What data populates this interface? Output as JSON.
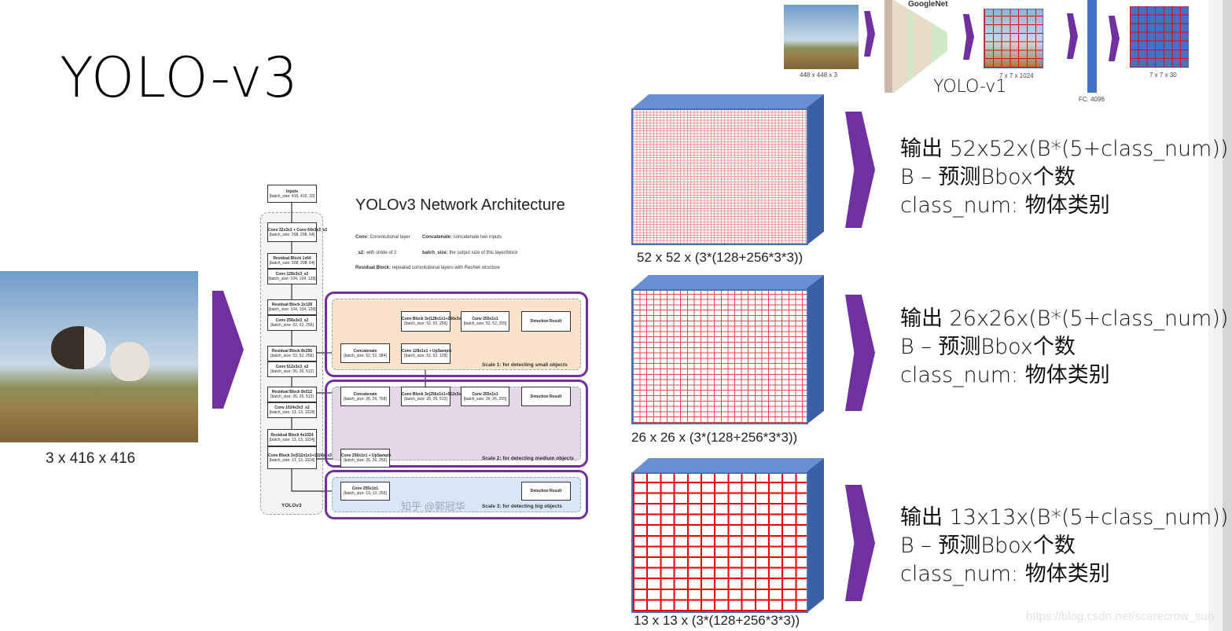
{
  "slide": {
    "title": "YOLO-v3",
    "input_caption": "3 x 416 x 416",
    "watermark": "https://blog.csdn.net/scarecrow_sun",
    "accent_color": "#7030a0",
    "cube_color": "#4472c4"
  },
  "yolov1": {
    "label": "YOLO-v1",
    "backbone": "GoogleNet",
    "input_caption": "448 x 448 x 3",
    "feature_caption": "7 x 7 x 1024",
    "fc_caption": "FC: 4096",
    "output_caption": "7 x 7 x 30"
  },
  "architecture": {
    "title": "YOLOv3 Network Architecture",
    "legend": [
      {
        "term": "Conv:",
        "desc": "Convolutional layer"
      },
      {
        "term": "Concatenate:",
        "desc": "concatenate two inputs"
      },
      {
        "term": "_s2:",
        "desc": "with stride of 2"
      },
      {
        "term": "batch_size:",
        "desc": "the output size of this layer/block"
      },
      {
        "term": "Residual Block:",
        "desc": "repeated convolutional layers with ResNet structure"
      }
    ],
    "backbone_label": "YOLOv3",
    "inputs": {
      "name": "Inputs",
      "size": "[batch_size: 416, 416, 32]"
    },
    "backbone": [
      {
        "name": "Conv 32x3x3 + Conv 64x3x3_s2",
        "size": "[batch_size: 208, 208, 64]"
      },
      {
        "name": "Residual Block 1x64",
        "size": "[batch_size: 208, 208, 64]"
      },
      {
        "name": "Conv 128x3x3_s2",
        "size": "[batch_size: 104, 104, 128]"
      },
      {
        "name": "Residual Block 2x128",
        "size": "[batch_size: 104, 104, 128]"
      },
      {
        "name": "Conv 256x3x3_s2",
        "size": "[batch_size: 52, 52, 256]"
      },
      {
        "name": "Residual Block 8x256",
        "size": "[batch_size: 52, 52, 256]"
      },
      {
        "name": "Conv 512x3x3_s2",
        "size": "[batch_size: 26, 26, 512]"
      },
      {
        "name": "Residual Block 8x512",
        "size": "[batch_size: 26, 26, 512]"
      },
      {
        "name": "Conv 1024x3x3_s2",
        "size": "[batch_size: 13, 13, 1024]"
      },
      {
        "name": "Residual Block 4x1024",
        "size": "[batch_size: 13, 13, 1024]"
      },
      {
        "name": "Conv Block 3x(512x1x1+1024x3x3)",
        "size": "[batch_size: 13, 13, 1024]"
      }
    ],
    "scale1": {
      "label": "Scale 1: for detecting small objects",
      "concat": {
        "name": "Concatenate",
        "size": "[batch_size: 52, 52, 384]"
      },
      "upsample": {
        "name": "Conv 128x1x1 + UpSample",
        "size": "[batch_size: 52, 52, 128]"
      },
      "conv_block": {
        "name": "Conv Block 3x(128x1x1+256x3x3)",
        "size": "[batch_size: 52, 52, 256]"
      },
      "conv_out": {
        "name": "Conv 255x1x1",
        "size": "[batch_size: 52, 52, 255]"
      },
      "result": "Detection Result"
    },
    "scale2": {
      "label": "Scale 2: for detecting medium objects",
      "concat": {
        "name": "Concatenate",
        "size": "[batch_size: 26, 26, 768]"
      },
      "upsample": {
        "name": "Conv 256x1x1 + UpSample",
        "size": "[batch_size: 26, 26, 256]"
      },
      "conv_block": {
        "name": "Conv Block 3x(256x1x1+512x3x3)",
        "size": "[batch_size: 26, 26, 512]"
      },
      "conv_out": {
        "name": "Conv 255x1x1",
        "size": "[batch_size: 26, 26, 255]"
      },
      "result": "Detection Result"
    },
    "scale3": {
      "label": "Scale 3: for detecting big objects",
      "conv_out": {
        "name": "Conv 255x1x1",
        "size": "[batch_size: 13, 13, 255]"
      },
      "result": "Detection Result",
      "watermark": "知乎 @郭冠华"
    }
  },
  "outputs": [
    {
      "caption": "52 x 52 x (3*(128+256*3*3))",
      "line1": "输出 52x52x(B*(5+class_num))",
      "line2": "B – 预测Bbox个数",
      "line3": "class_num: 物体类别"
    },
    {
      "caption": "26 x 26 x (3*(128+256*3*3))",
      "line1": "输出 26x26x(B*(5+class_num))",
      "line2": "B – 预测Bbox个数",
      "line3": "class_num: 物体类别"
    },
    {
      "caption": "13 x 13 x (3*(128+256*3*3))",
      "line1": "输出 13x13x(B*(5+class_num))",
      "line2": "B – 预测Bbox个数",
      "line3": "class_num: 物体类别"
    }
  ]
}
